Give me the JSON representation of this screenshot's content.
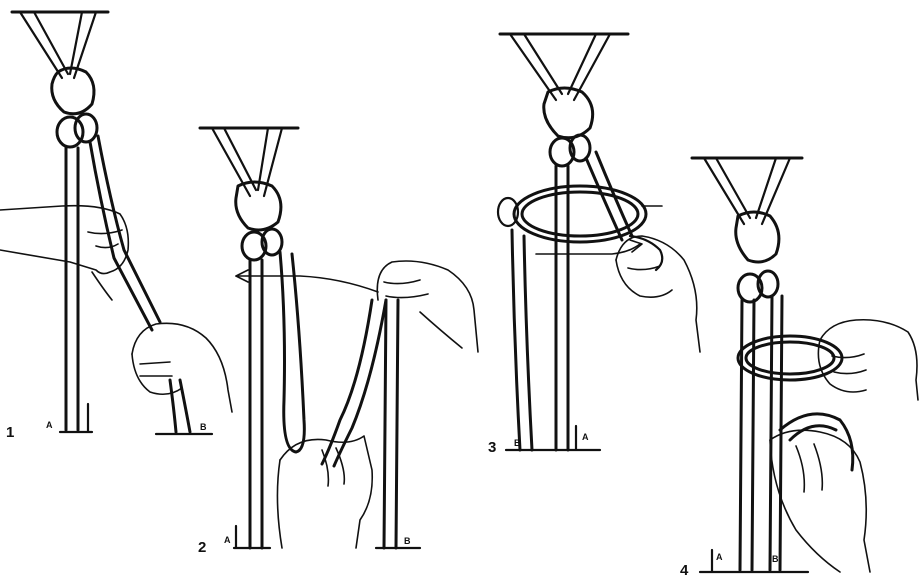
{
  "panels": [
    {
      "step": "1",
      "end_a": "A",
      "end_b": "B"
    },
    {
      "step": "2",
      "end_a": "A",
      "end_b": "B"
    },
    {
      "step": "3",
      "end_a": "A",
      "end_b": "B"
    },
    {
      "step": "4",
      "end_a": "A",
      "end_b": "B"
    }
  ]
}
